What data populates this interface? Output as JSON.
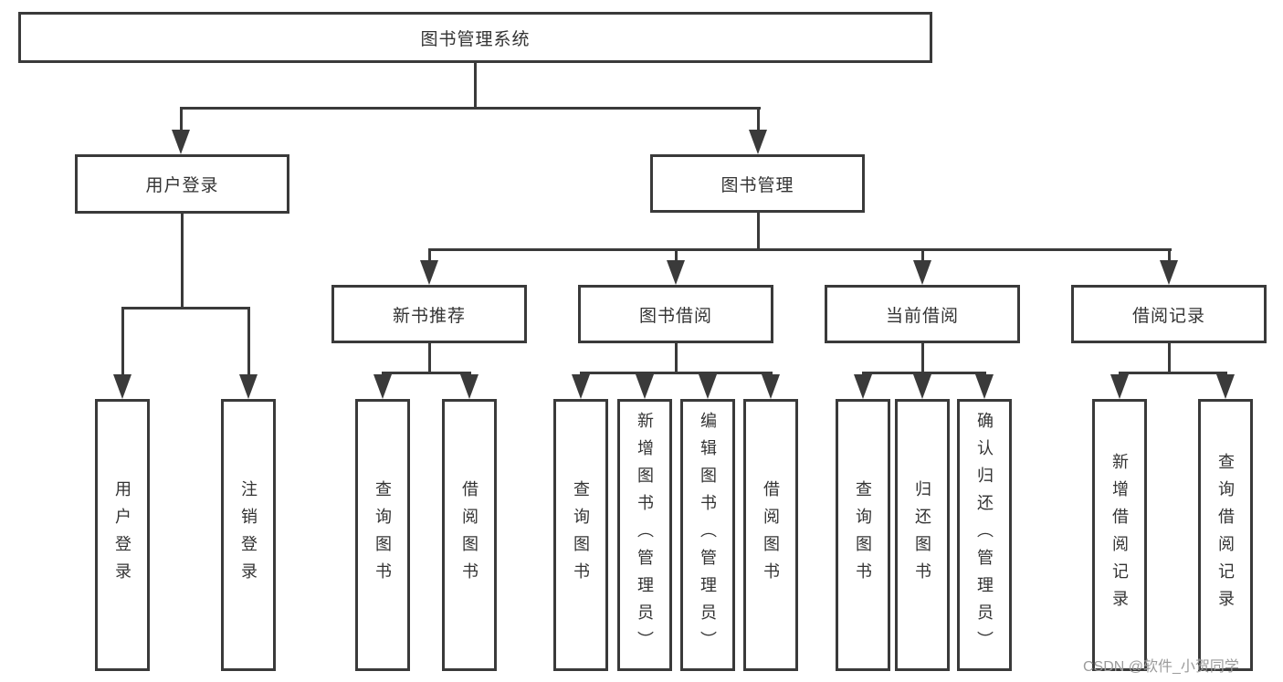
{
  "colors": {
    "line": "#3a3a3a",
    "text": "#333333",
    "background": "#ffffff",
    "watermark_gray": "#9b9b9b"
  },
  "watermark": {
    "text": "CSDN @软件_小贺同学"
  },
  "tree": {
    "root": {
      "label": "图书管理系统",
      "children": [
        {
          "label": "用户登录",
          "children": [
            {
              "label": "用户登录"
            },
            {
              "label": "注销登录"
            }
          ]
        },
        {
          "label": "图书管理",
          "children": [
            {
              "label": "新书推荐",
              "children": [
                {
                  "label": "查询图书"
                },
                {
                  "label": "借阅图书"
                }
              ]
            },
            {
              "label": "图书借阅",
              "children": [
                {
                  "label": "查询图书"
                },
                {
                  "label": "新增图书（管理员）"
                },
                {
                  "label": "编辑图书（管理员）"
                },
                {
                  "label": "借阅图书"
                }
              ]
            },
            {
              "label": "当前借阅",
              "children": [
                {
                  "label": "查询图书"
                },
                {
                  "label": "归还图书"
                },
                {
                  "label": "确认归还（管理员）"
                }
              ]
            },
            {
              "label": "借阅记录",
              "children": [
                {
                  "label": "新增借阅记录"
                },
                {
                  "label": "查询借阅记录"
                }
              ]
            }
          ]
        }
      ]
    }
  }
}
